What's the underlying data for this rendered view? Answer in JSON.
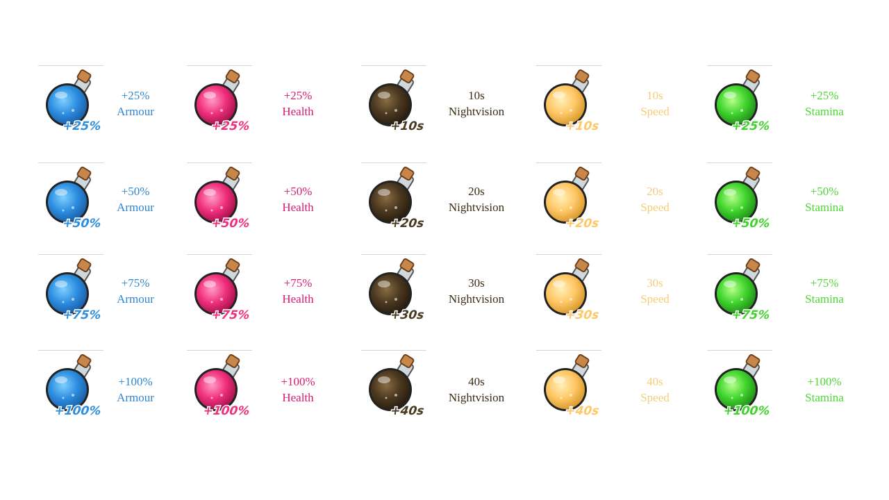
{
  "categories": [
    {
      "key": "armour",
      "name": "Armour",
      "color": "#2e86d0",
      "liquid": "#2d8ee0",
      "liquid_dark": "#1b5fa8",
      "liquid_light": "#7fd0ff",
      "items": [
        {
          "amount": "+25%",
          "badge": "+25%"
        },
        {
          "amount": "+50%",
          "badge": "+50%"
        },
        {
          "amount": "+75%",
          "badge": "+75%"
        },
        {
          "amount": "+100%",
          "badge": "+100%"
        }
      ]
    },
    {
      "key": "health",
      "name": "Health",
      "color": "#d81b74",
      "liquid": "#f0307c",
      "liquid_dark": "#a8124e",
      "liquid_light": "#ff9cc6",
      "items": [
        {
          "amount": "+25%",
          "badge": "+25%"
        },
        {
          "amount": "+50%",
          "badge": "+50%"
        },
        {
          "amount": "+75%",
          "badge": "+75%"
        },
        {
          "amount": "+100%",
          "badge": "+100%"
        }
      ]
    },
    {
      "key": "nightvision",
      "name": "Nightvision",
      "color": "#3a2c14",
      "liquid": "#4b3820",
      "liquid_dark": "#2a1e10",
      "liquid_light": "#8a6e44",
      "items": [
        {
          "amount": "10s",
          "badge": "+10s"
        },
        {
          "amount": "20s",
          "badge": "+20s"
        },
        {
          "amount": "30s",
          "badge": "+30s"
        },
        {
          "amount": "40s",
          "badge": "+40s"
        }
      ]
    },
    {
      "key": "speed",
      "name": "Speed",
      "color": "#f5cd7a",
      "liquid": "#ffc766",
      "liquid_dark": "#d89a2c",
      "liquid_light": "#fff0b8",
      "items": [
        {
          "amount": "10s",
          "badge": "+10s"
        },
        {
          "amount": "20s",
          "badge": "+20s"
        },
        {
          "amount": "30s",
          "badge": "+30s"
        },
        {
          "amount": "40s",
          "badge": "+40s"
        }
      ]
    },
    {
      "key": "stamina",
      "name": "Stamina",
      "color": "#4fd634",
      "liquid": "#3fd42c",
      "liquid_dark": "#23901a",
      "liquid_light": "#b6ff8c",
      "items": [
        {
          "amount": "+25%",
          "badge": "+25%"
        },
        {
          "amount": "+50%",
          "badge": "+50%"
        },
        {
          "amount": "+75%",
          "badge": "+75%"
        },
        {
          "amount": "+100%",
          "badge": "+100%"
        }
      ]
    }
  ]
}
